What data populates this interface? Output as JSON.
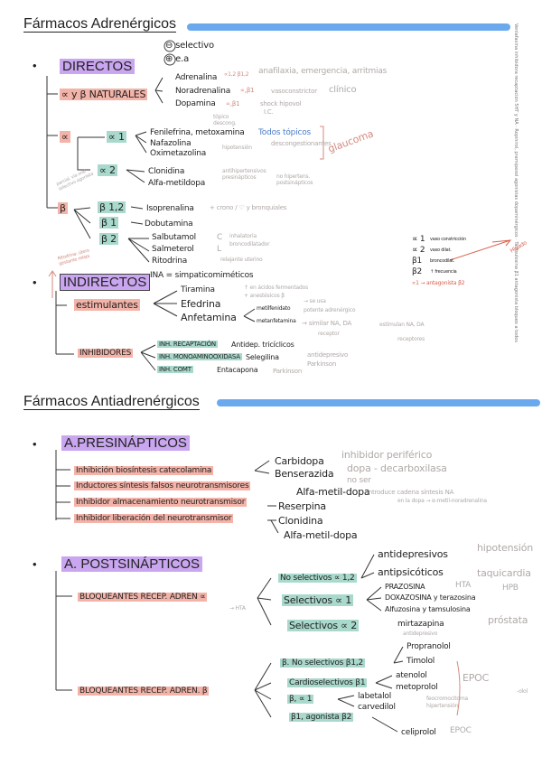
{
  "adrenergic": {
    "title": "Fármacos Adrenérgicos",
    "legend": {
      "neg": "selectivo",
      "pos": "e.a"
    },
    "directos": {
      "label": "DIRECTOS",
      "naturales": "∝ y β  NATURALES",
      "nat_items": [
        "Adrenalina",
        "Noradrenalina",
        "Dopamina"
      ],
      "nat_receptors": [
        "∝1,2 β1,2",
        "∝,β1",
        "∝,β1"
      ],
      "nat_notes": [
        "anafilaxia, emergencia, arritmias",
        "vasoconstrictor",
        "clínico",
        "shock hipovol",
        "I.C."
      ],
      "alpha": "∝",
      "alpha1": "∝ 1",
      "alpha1_items": [
        "Fenilefrina, metoxamina",
        "Nafazolina",
        "Oximetazolina"
      ],
      "alpha1_notes": [
        "tópico",
        "descong.",
        "Todos tópicos",
        "descongestionantes",
        "glaucoma",
        "hipotensión"
      ],
      "alpha2": "∝ 2",
      "alpha2_items": [
        "Clonidina",
        "Alfa-metildopa"
      ],
      "alpha2_notes": [
        "antihipertensivos presinápticos",
        "no hipertens. postsinápticos"
      ],
      "beta": "β",
      "beta_side_note": "parcial. vía oral selectivo agonista",
      "beta12": "β 1,2",
      "beta12_item": "Isoprenalina",
      "beta12_note": "+ crono / ♡ y bronquiales",
      "beta1": "β 1",
      "beta1_item": "Dobutamina",
      "beta2": "β 2",
      "beta2_items": [
        "Salbutamol",
        "Salmeterol",
        "Ritodrina"
      ],
      "beta2_tags": [
        "C",
        "L"
      ],
      "beta2_notes": [
        "inhalatoria",
        "broncodilatador",
        "relajante uterino"
      ],
      "beta2_side_note": "Ritodrina: útero gestante relaja"
    },
    "right_legend": {
      "rows": [
        "∝ 1",
        "∝ 2",
        "β1",
        "β2"
      ],
      "notes": [
        "vaso constricción",
        "vaso dilat.",
        "broncodilat.",
        "↑ frecuencia"
      ],
      "bottom": "∝1 → antagonista β2",
      "side": "Hígado"
    },
    "vertical_note": "Venlafaxina inhibidora recaptación 5HT y NA · Ropinirol, pramipexol agonistas dopaminérgicos · Tamsulosina β1 antagonista bloqueo a todos",
    "indirectos": {
      "label": "INDIRECTOS",
      "ina": "INA = simpaticomiméticos",
      "estimulantes": "estimulantes",
      "est_items": [
        "Tiramina",
        "Efedrina",
        "Anfetamina"
      ],
      "anf_items": [
        "metilfenidato",
        "metanfetamina"
      ],
      "est_notes": [
        "↑ en ácidos fermentados",
        "+ anestésicos β",
        "→ se usa",
        "potente adrenérgico",
        "→ similar NA, DA",
        "estimulan NA, DA",
        "receptor",
        "receptores"
      ],
      "inhibidores": "INHIBIDORES",
      "inh_items": [
        "INH. RECAPTACIÓN",
        "INH. MONOAMINOOXIDASA",
        "INH. COMT"
      ],
      "inh_targets": [
        "Antidep. tricíclicos",
        "Selegilina",
        "Entacapona"
      ],
      "inh_notes": [
        "antidepresivo",
        "Parkinson",
        "Parkinson"
      ]
    }
  },
  "antiadrenergic": {
    "title": "Fármacos Antiadrenérgicos",
    "presinapticos": {
      "label": "A.PRESINÁPTICOS",
      "items": [
        "Inhibición biosíntesis catecolamina",
        "Inductores síntesis falsos neurotransmisores",
        "Inhibidor almacenamiento neurotransmisor",
        "Inhibidor liberación del neurotransmisor"
      ],
      "targets": [
        "Carbidopa",
        "Benserazida",
        "Alfa-metil-dopa",
        "Reserpina",
        "Clonidina",
        "Alfa-metil-dopa"
      ],
      "notes": [
        "inhibidor periférico",
        "dopa - decarboxilasa",
        "no ser",
        "introduce cadena síntesis NA",
        "en la dopa → α-metil-noradrenalina"
      ]
    },
    "postsinapticos": {
      "label": "A. POSTSINÁPTICOS",
      "bloq_alfa": "BLOQUEANTES RECEP. ADREN ∝",
      "alfa_note": "→ HTA",
      "no_sel": "No selectivos ∝ 1,2",
      "no_sel_items": [
        "antidepresivos",
        "antipsicóticos"
      ],
      "no_sel_notes": [
        "hipotensión",
        "taquicardia"
      ],
      "sel1": "Selectivos ∝ 1",
      "sel1_items": [
        "PRAZOSINA",
        "DOXAZOSINA y terazosina",
        "Alfuzosina y tamsulosina"
      ],
      "sel1_notes": [
        "HTA",
        "HPB",
        "próstata"
      ],
      "sel2": "Selectivos ∝ 2",
      "sel2_item": "mirtazapina",
      "sel2_note": "antidepresivo",
      "bloq_beta": "BLOQUEANTES RECEP. ADREN. β",
      "beta_groups": [
        "β. No selectivos β1,2",
        "Cardioselectivos β1",
        "β, ∝ 1",
        "β1, agonista β2"
      ],
      "beta_items": [
        "Propranolol",
        "Timolol",
        "atenolol",
        "metoprolol",
        "labetalol",
        "carvedilol",
        "celiprolol"
      ],
      "beta_notes": [
        "EPOC",
        "feocromocitoma",
        "hipertensión",
        "EPOC",
        "-olol"
      ]
    }
  },
  "colors": {
    "accent_bar": "#6aa9ee",
    "purple": "#c9a6ef",
    "pink": "#f3b3a8",
    "teal": "#a9d9cc",
    "annot": "#d38a7e"
  }
}
